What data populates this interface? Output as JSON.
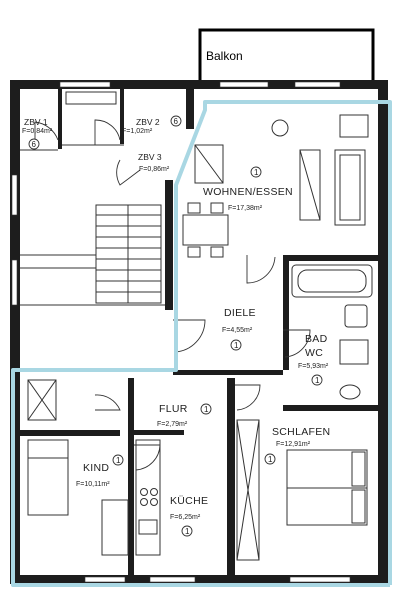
{
  "plan": {
    "balcony_label": "Balkon",
    "rooms": {
      "zbv1": {
        "name": "ZBV 1",
        "area": "F=0,84m²",
        "tag": "6"
      },
      "zbv2": {
        "name": "ZBV 2",
        "area": "F=1,02m²",
        "tag": "6"
      },
      "zbv3": {
        "name": "ZBV 3",
        "area": "F=0,86m²"
      },
      "wohnen": {
        "name": "WOHNEN/ESSEN",
        "area": "F=17,38m²",
        "tag": "1"
      },
      "diele": {
        "name": "DIELE",
        "area": "F=4,55m²",
        "tag": "1"
      },
      "bad": {
        "name": "BAD",
        "name2": "WC",
        "area": "F=5,93m²",
        "tag": "1"
      },
      "flur": {
        "name": "FLUR",
        "area": "F=2,79m²",
        "tag": "1"
      },
      "schlafen": {
        "name": "SCHLAFEN",
        "area": "F=12,91m²",
        "tag": "1"
      },
      "kind": {
        "name": "KIND",
        "area": "F=10,11m²",
        "tag": "1"
      },
      "kueche": {
        "name": "KÜCHE",
        "area": "F=6,25m²",
        "tag": "1"
      }
    },
    "highlight_color": "#a9d7e3",
    "wall_color": "#1d1d1d"
  }
}
